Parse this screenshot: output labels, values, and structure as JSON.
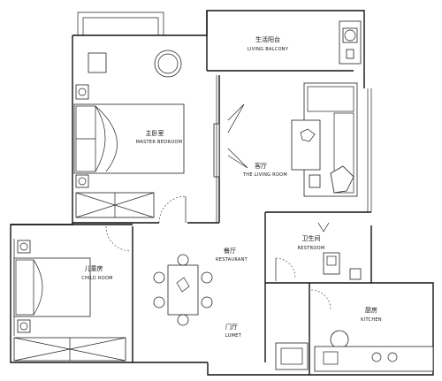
{
  "rooms": {
    "living_balcony": {
      "zh": "生活阳台",
      "en": "LIVING BALCONY"
    },
    "master_bedroom": {
      "zh": "主卧室",
      "en": "MASTER BEDROOM"
    },
    "living_room": {
      "zh": "客厅",
      "en": "THE LIVING ROOM"
    },
    "restaurant": {
      "zh": "餐厅",
      "en": "RESTAURANT"
    },
    "restroom": {
      "zh": "卫生间",
      "en": "RESTROOM"
    },
    "child_room": {
      "zh": "儿童房",
      "en": "CHILD ROOM"
    },
    "kitchen": {
      "zh": "厨房",
      "en": "KITCHEN"
    },
    "entrance": {
      "zh": "门厅",
      "en": "LUMET"
    }
  }
}
